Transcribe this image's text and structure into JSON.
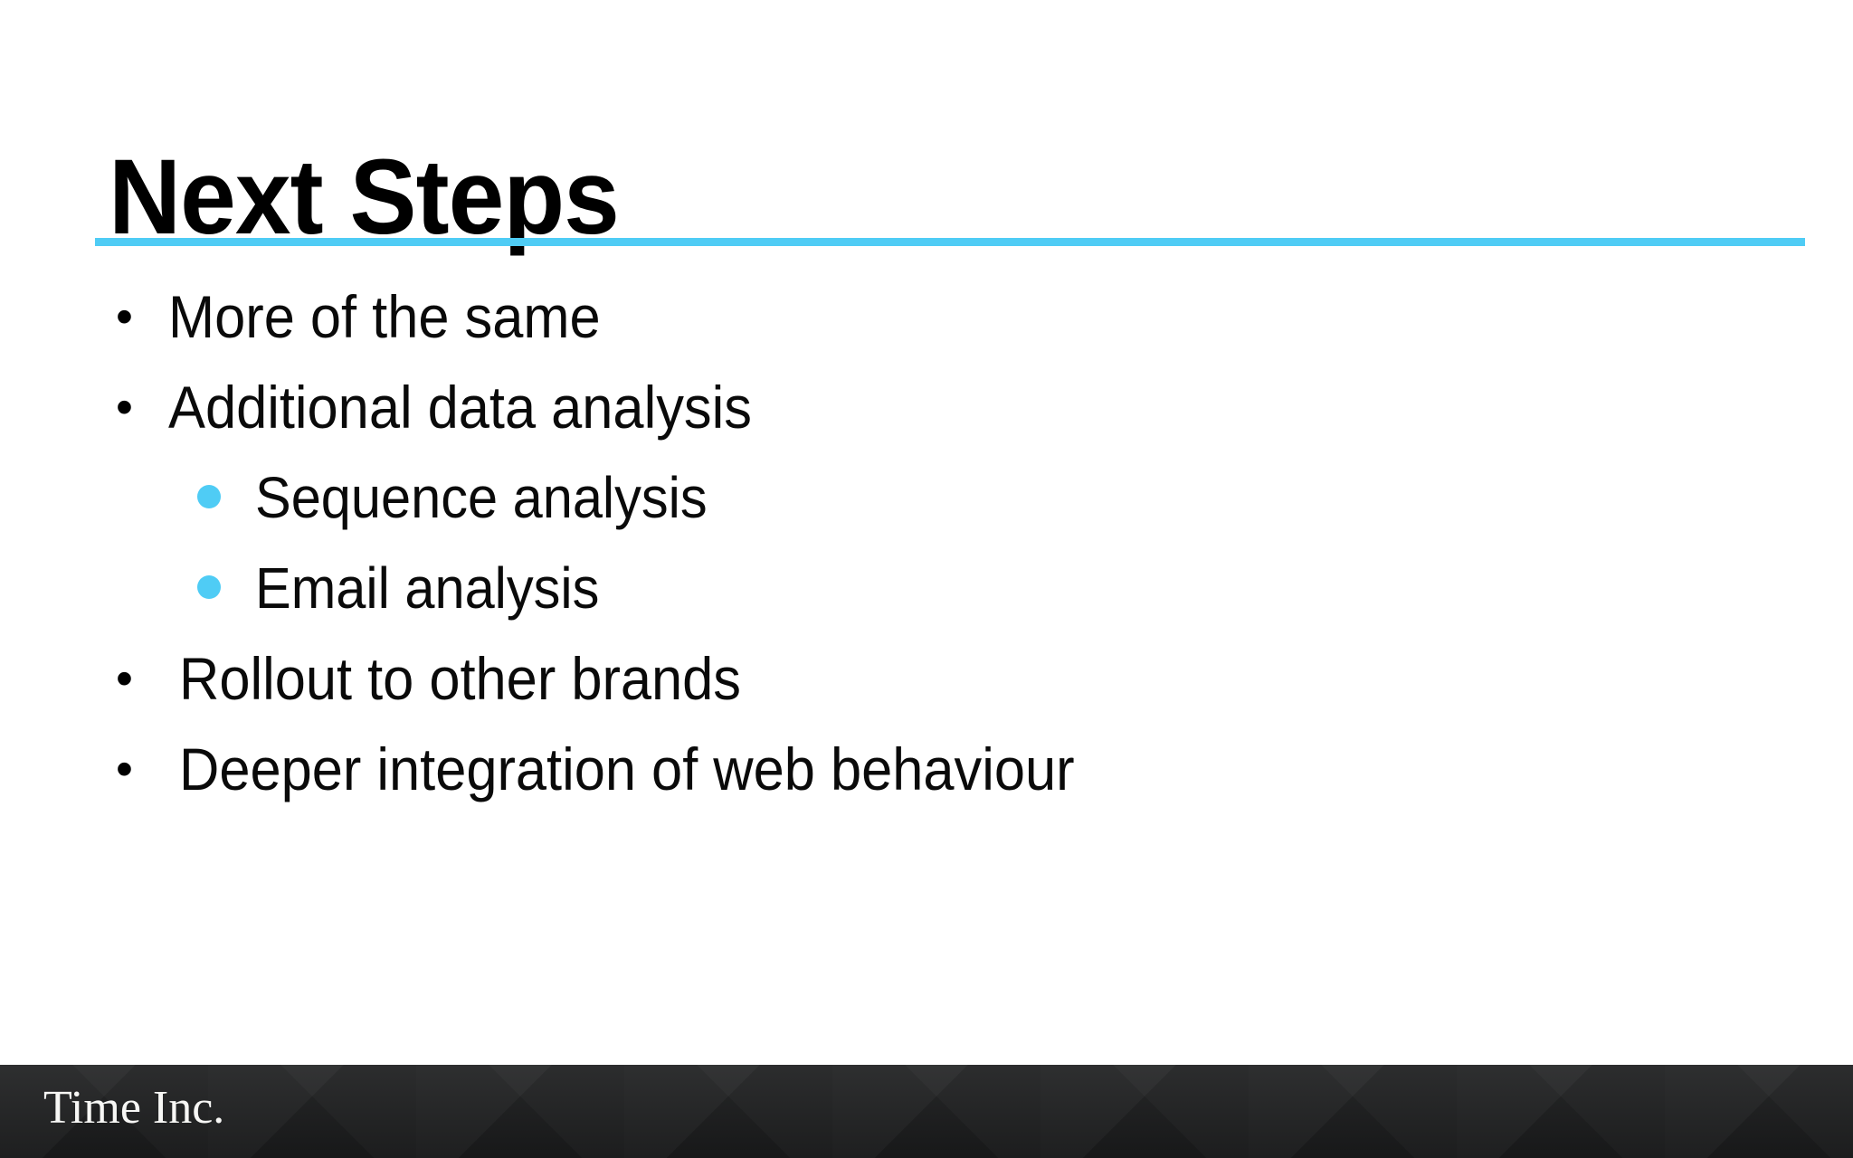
{
  "slide": {
    "title": "Next Steps",
    "accent_color": "#4FCCF5",
    "background_color": "#FFFFFF",
    "text_color": "#000000",
    "divider": {
      "color": "#4FCCF5"
    },
    "bullets": [
      {
        "level": 1,
        "marker": "•",
        "text": "More of the same"
      },
      {
        "level": 1,
        "marker": "•",
        "text": "Additional data analysis"
      },
      {
        "level": 2,
        "marker": "•",
        "text": "Sequence analysis"
      },
      {
        "level": 2,
        "marker": "•",
        "text": "Email analysis"
      },
      {
        "level": 1,
        "marker": "•",
        "text": "Rollout to other brands"
      },
      {
        "level": 1,
        "marker": "•",
        "text": "Deeper integration of web behaviour"
      }
    ],
    "footer": {
      "logo_text": "Time Inc.",
      "background_color": "#1F2021",
      "logo_color": "#F7F7F5"
    }
  }
}
